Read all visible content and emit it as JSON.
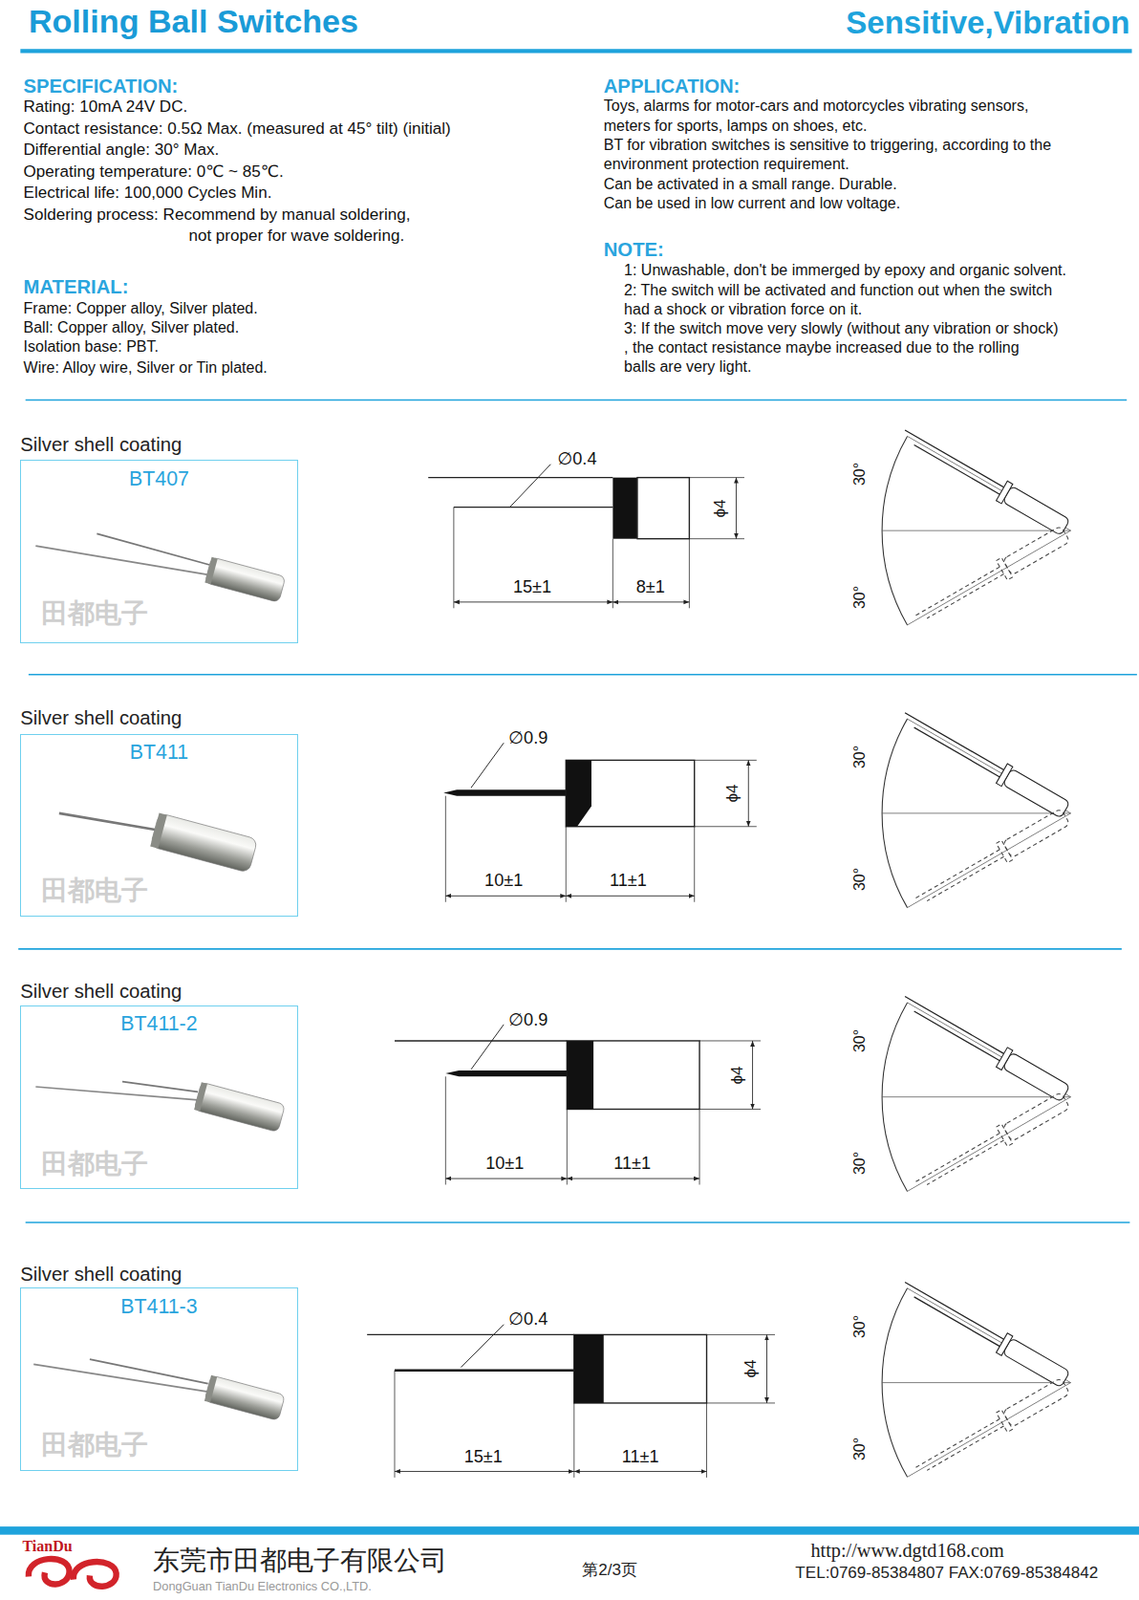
{
  "diagram": {
    "title": "Rolling Ball Switches",
    "nodes": [
      {
        "text": [
          "Silver shell coating",
          "BT407"
        ]
      },
      {
        "text": [
          "Silver shell coating",
          "BT411"
        ]
      },
      {
        "text": [
          "Silver shell coating",
          "BT411-2"
        ]
      },
      {
        "text": [
          "Silver shell coating",
          "BT411-3"
        ]
      }
    ],
    "labels": [
      "Sensitive,Vibration",
      "SPECIFICATION:",
      "Rating: 10mA 24V DC.",
      "Contact resistance: 0.5Ω Max. (measured at 45° tilt) (initial)",
      "Differential angle: 30° Max.",
      "Operating temperature: 0℃ ~ 85℃.",
      "Electrical life: 100,000 Cycles Min.",
      "Soldering process: Recommend by manual soldering,",
      "not proper for wave soldering.",
      "MATERIAL:",
      "Frame: Copper alloy, Silver plated.",
      "Ball: Copper alloy, Silver plated.",
      "Isolation base: PBT.",
      "Wire: Alloy wire, Silver or Tin plated.",
      "APPLICATION:",
      "Toys, alarms for motor-cars and motorcycles vibrating sensors,",
      "meters for sports, lamps on shoes, etc.",
      "BT for vibration switches is sensitive to triggering, according to the",
      "environment protection requirement.",
      "Can be activated in a small range. Durable.",
      "Can be used in low current and low voltage.",
      "NOTE:",
      "1: Unwashable, don't be immerged by epoxy and organic solvent.",
      "2: The switch will be activated and function out when the switch",
      "had a shock or vibration force on it.",
      "3: If the switch move very slowly (without any vibration or shock)",
      ", the contact resistance maybe increased due to the rolling",
      "balls are very light.",
      "∅0.4",
      "ϕ4",
      "15±1",
      "8±1",
      "30°",
      "30°",
      "∅0.9",
      "ϕ4",
      "10±1",
      "11±1",
      "30°",
      "30°",
      "∅0.9",
      "ϕ4",
      "10±1",
      "11±1",
      "30°",
      "30°",
      "∅0.4",
      "ϕ4",
      "15±1",
      "11±1",
      "30°",
      "30°",
      "田都电子",
      "田都电子",
      "田都电子",
      "田都电子",
      "TianDu",
      "东莞市田都电子有限公司",
      "DongGuan TianDu Electronics CO.,LTD.",
      "第2/3页",
      "http://www.dgtd168.com",
      "TEL:0769-85384807 FAX:0769-85384842"
    ]
  }
}
